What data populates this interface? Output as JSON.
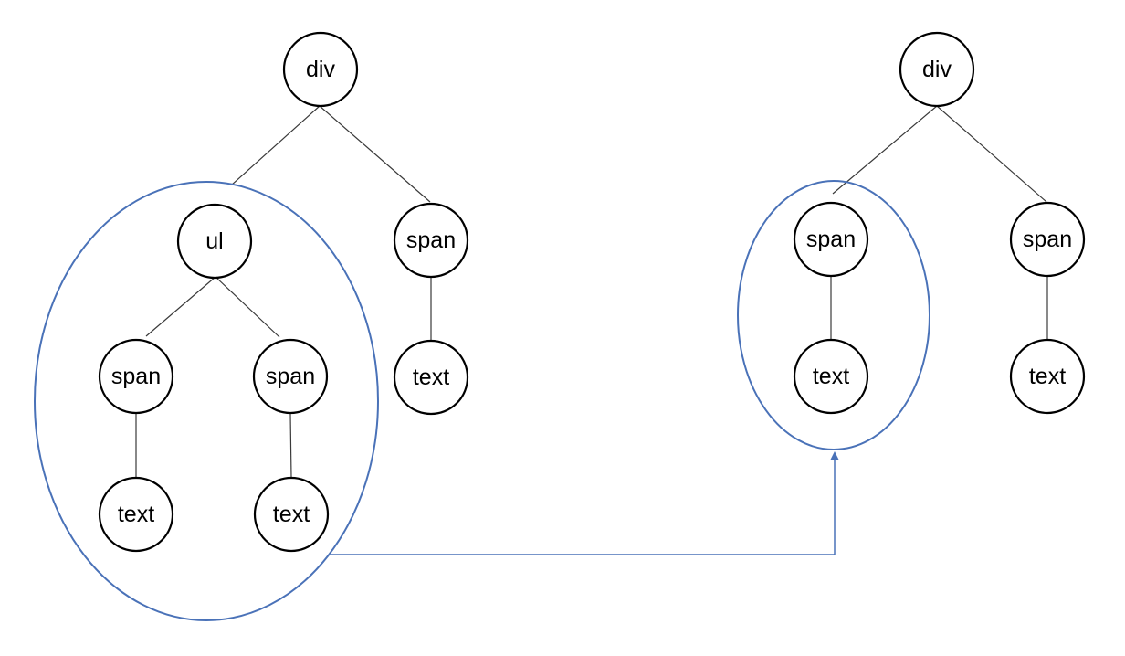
{
  "colors": {
    "node_stroke": "#000000",
    "edge_stroke": "#3a3a3a",
    "highlight": "#4a72b8"
  },
  "left_tree": {
    "root": "div",
    "ul": "ul",
    "span_right": "span",
    "span_right_text": "text",
    "ul_span_left": "span",
    "ul_span_left_text": "text",
    "ul_span_right": "span",
    "ul_span_right_text": "text"
  },
  "right_tree": {
    "root": "div",
    "span_left": "span",
    "span_left_text": "text",
    "span_right": "span",
    "span_right_text": "text"
  }
}
